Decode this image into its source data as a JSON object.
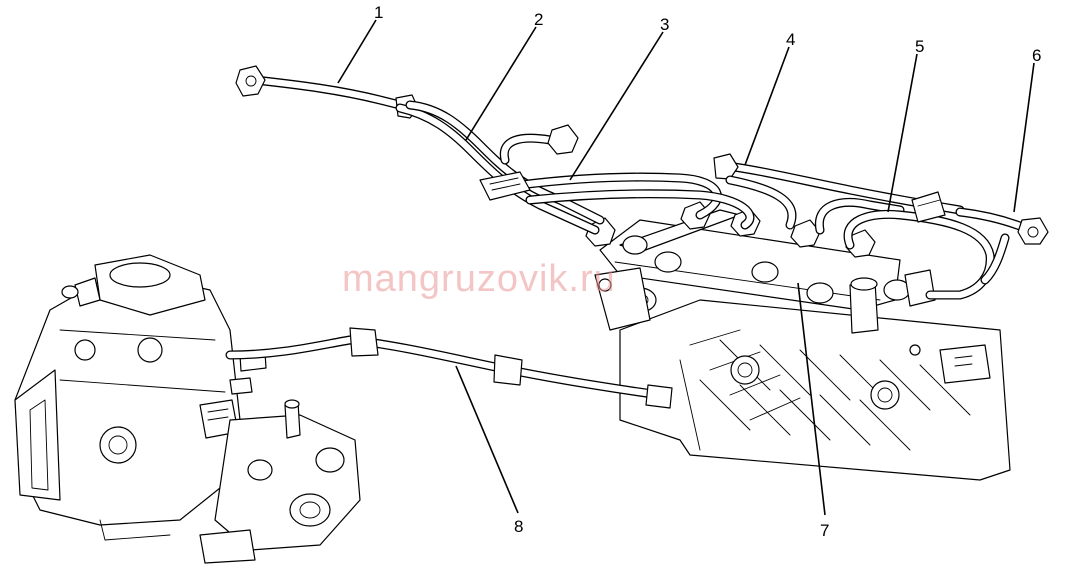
{
  "diagram": {
    "callouts": [
      {
        "id": "1",
        "label": "1"
      },
      {
        "id": "2",
        "label": "2"
      },
      {
        "id": "3",
        "label": "3"
      },
      {
        "id": "4",
        "label": "4"
      },
      {
        "id": "5",
        "label": "5"
      },
      {
        "id": "6",
        "label": "6"
      },
      {
        "id": "7",
        "label": "7"
      },
      {
        "id": "8",
        "label": "8"
      }
    ],
    "watermark": "mangruzovik.ru"
  }
}
